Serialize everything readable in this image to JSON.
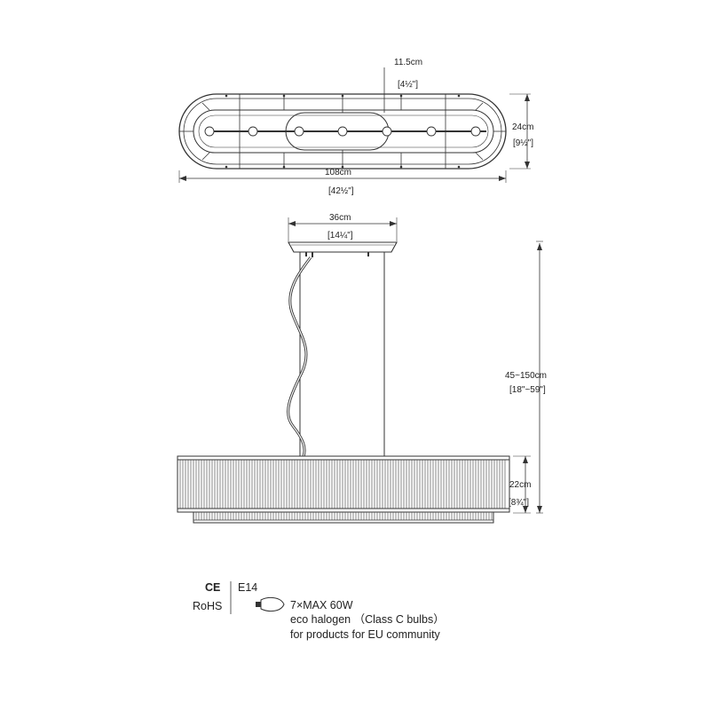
{
  "top_view": {
    "screw_width": "11.5cm",
    "screw_width_in": "[4½\"]",
    "depth": "24cm",
    "depth_in": "[9½\"]",
    "length": "108cm",
    "length_in": "[42½\"]"
  },
  "side_view": {
    "canopy_width": "36cm",
    "canopy_width_in": "[14¼\"]",
    "drop_height": "45~150cm",
    "drop_height_in": "[18\"~59\"]",
    "shade_height": "22cm",
    "shade_height_in": "[8¾\"]"
  },
  "specs": {
    "ce_mark": "CE",
    "rohs": "RoHS",
    "socket": "E14",
    "bulbs": "7×MAX 60W",
    "bulb_type": "eco halogen （Class C bulbs）",
    "market": "for  products for EU community"
  }
}
